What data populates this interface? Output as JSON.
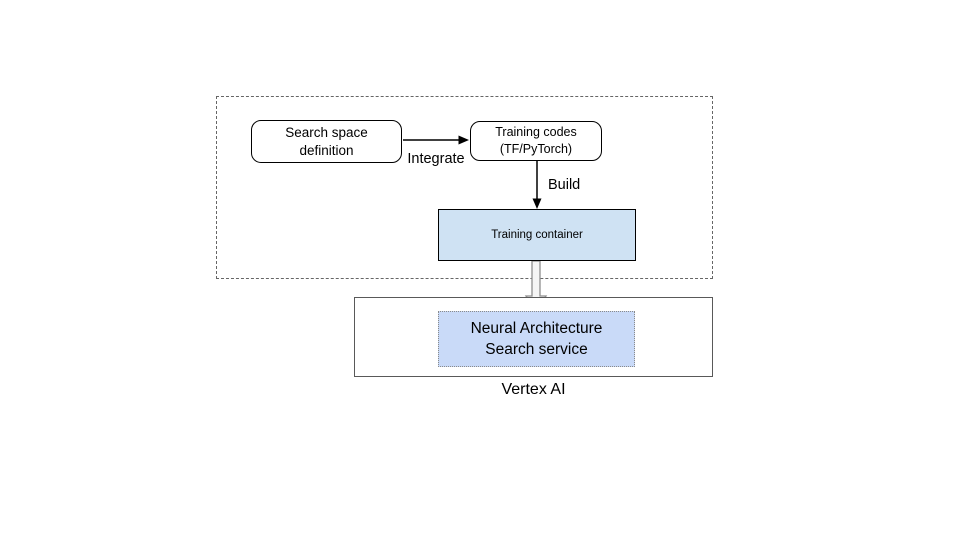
{
  "build_group": {
    "search_space_box": {
      "text": "Search space\ndefinition"
    },
    "training_codes_box": {
      "text": "Training codes\n(TF/PyTorch)"
    },
    "integrate_label": "Integrate",
    "build_label": "Build",
    "training_container_box": {
      "text": "Training container",
      "fill": "#cfe2f3"
    }
  },
  "vertex_group": {
    "nas_box": {
      "text": "Neural Architecture\nSearch service",
      "fill": "#c9daf8"
    },
    "label": "Vertex AI"
  },
  "colors": {
    "training_container_fill": "#cfe2f3",
    "nas_service_fill": "#c9daf8",
    "group_border": "#666666",
    "vertex_border": "#595959",
    "node_border": "#000000"
  }
}
